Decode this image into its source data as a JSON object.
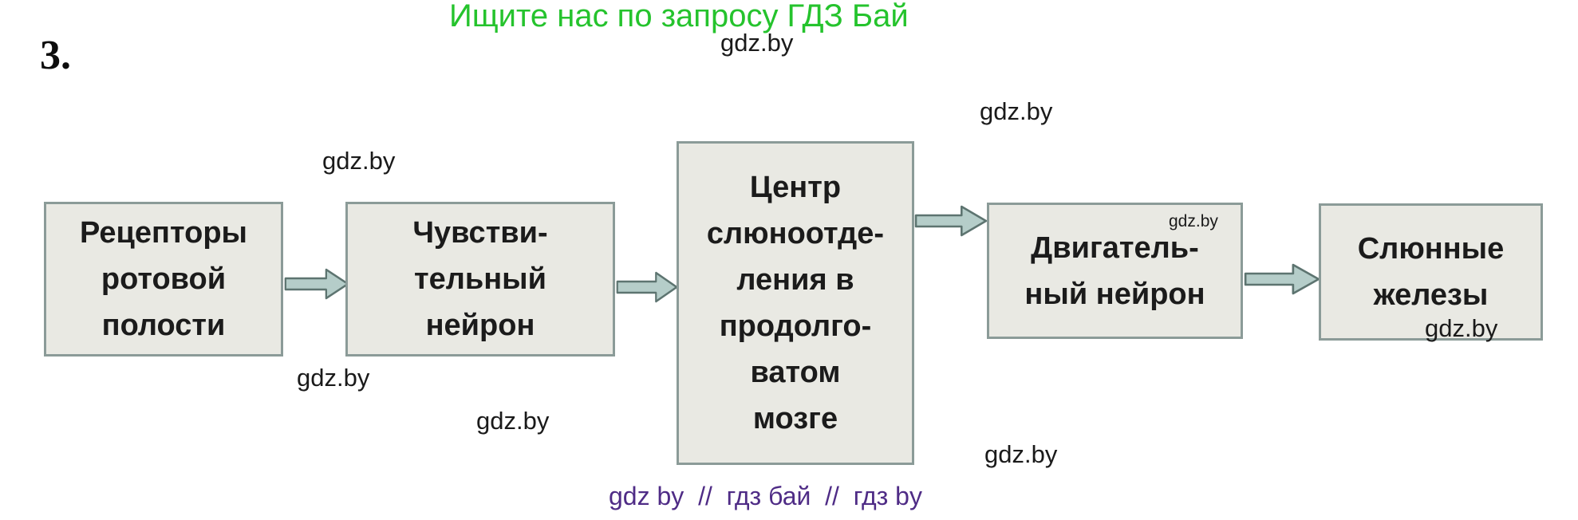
{
  "page": {
    "exercise_number": "3.",
    "promo_title": "Ищите нас по запросу ГДЗ Бай",
    "promo_subtitle": "gdz.by",
    "footer": "gdz by  //  гдз бай  //  гдз by"
  },
  "diagram": {
    "type": "flowchart",
    "direction": "left-to-right",
    "boxes": [
      {
        "id": "receptors",
        "label": "Рецепторы\nротовой\nполости"
      },
      {
        "id": "sensory-neuron",
        "label": "Чувстви-\nтельный\nнейрон"
      },
      {
        "id": "salivation-center",
        "label": "Центр\nслюноотде-\nления в\nпродолго-\nватом\nмозге"
      },
      {
        "id": "motor-neuron",
        "label": "Двигатель-\nный нейрон"
      },
      {
        "id": "salivary-glands",
        "label": "Слюнные\nжелезы"
      }
    ],
    "connections": [
      {
        "from": "receptors",
        "to": "sensory-neuron"
      },
      {
        "from": "sensory-neuron",
        "to": "salivation-center"
      },
      {
        "from": "salivation-center",
        "to": "motor-neuron"
      },
      {
        "from": "motor-neuron",
        "to": "salivary-glands"
      }
    ]
  },
  "watermarks": [
    {
      "text": "gdz.by"
    },
    {
      "text": "gdz.by"
    },
    {
      "text": "gdz.by"
    },
    {
      "text": "gdz.by"
    },
    {
      "text": "gdz.by"
    },
    {
      "text": "gdz.by"
    },
    {
      "text": "gdz.by"
    }
  ],
  "colors": {
    "box_fill": "#e9e9e3",
    "box_border": "#8b9b98",
    "arrow_fill": "#b5cdc9",
    "arrow_border": "#5d7470",
    "promo_green": "#25c32d",
    "footer_purple": "#4f2c86",
    "box_text": "#1b1b1b",
    "watermark_text": "#1a1a1a"
  }
}
